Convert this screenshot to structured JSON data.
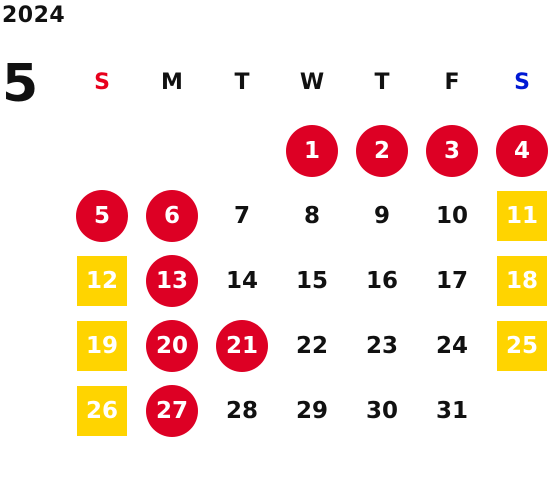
{
  "calendar": {
    "year": "2024",
    "month": "5",
    "weekdays": [
      {
        "label": "S",
        "color": "#e8001c"
      },
      {
        "label": "M",
        "color": "#111111"
      },
      {
        "label": "T",
        "color": "#111111"
      },
      {
        "label": "W",
        "color": "#111111"
      },
      {
        "label": "T",
        "color": "#111111"
      },
      {
        "label": "F",
        "color": "#111111"
      },
      {
        "label": "S",
        "color": "#0019d4"
      }
    ],
    "colors": {
      "holiday": "#dd0024",
      "saturday": "#ffd400",
      "normal": "#111111"
    },
    "first_weekday_index": 3,
    "days": [
      {
        "day": "1",
        "type": "holiday"
      },
      {
        "day": "2",
        "type": "holiday"
      },
      {
        "day": "3",
        "type": "holiday"
      },
      {
        "day": "4",
        "type": "holiday"
      },
      {
        "day": "5",
        "type": "holiday"
      },
      {
        "day": "6",
        "type": "holiday"
      },
      {
        "day": "7",
        "type": "normal"
      },
      {
        "day": "8",
        "type": "normal"
      },
      {
        "day": "9",
        "type": "normal"
      },
      {
        "day": "10",
        "type": "normal"
      },
      {
        "day": "11",
        "type": "saturday"
      },
      {
        "day": "12",
        "type": "saturday"
      },
      {
        "day": "13",
        "type": "holiday"
      },
      {
        "day": "14",
        "type": "normal"
      },
      {
        "day": "15",
        "type": "normal"
      },
      {
        "day": "16",
        "type": "normal"
      },
      {
        "day": "17",
        "type": "normal"
      },
      {
        "day": "18",
        "type": "saturday"
      },
      {
        "day": "19",
        "type": "saturday"
      },
      {
        "day": "20",
        "type": "holiday"
      },
      {
        "day": "21",
        "type": "holiday"
      },
      {
        "day": "22",
        "type": "normal"
      },
      {
        "day": "23",
        "type": "normal"
      },
      {
        "day": "24",
        "type": "normal"
      },
      {
        "day": "25",
        "type": "saturday"
      },
      {
        "day": "26",
        "type": "saturday"
      },
      {
        "day": "27",
        "type": "holiday"
      },
      {
        "day": "28",
        "type": "normal"
      },
      {
        "day": "29",
        "type": "normal"
      },
      {
        "day": "30",
        "type": "normal"
      },
      {
        "day": "31",
        "type": "normal"
      }
    ]
  }
}
